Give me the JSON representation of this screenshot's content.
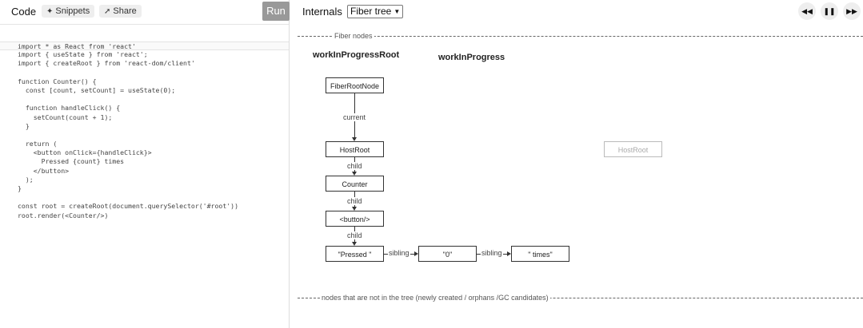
{
  "left_panel": {
    "title": "Code",
    "snippets_label": "Snippets",
    "share_label": "Share",
    "run_label": "Run"
  },
  "code_lines": [
    "import * as React from 'react'",
    "import { useState } from 'react';",
    "import { createRoot } from 'react-dom/client'",
    "",
    "function Counter() {",
    "  const [count, setCount] = useState(0);",
    "",
    "  function handleClick() {",
    "    setCount(count + 1);",
    "  }",
    "",
    "  return (",
    "    <button onClick={handleClick}>",
    "      Pressed {count} times",
    "    </button>",
    "  );",
    "}",
    "",
    "const root = createRoot(document.querySelector('#root'))",
    "root.render(<Counter/>)"
  ],
  "right_panel": {
    "title": "Internals",
    "view_select": "Fiber tree"
  },
  "diagram": {
    "fiber_nodes_label": "Fiber nodes",
    "orphans_label": "nodes that are not in the tree (newly created / orphans /GC candidates)",
    "wip_root_label": "workInProgressRoot",
    "wip_label": "workInProgress",
    "nodes": {
      "fiber_root": "FiberRootNode",
      "host_root": "HostRoot",
      "counter": "Counter",
      "button": "<button/>",
      "pressed": "\"Pressed \"",
      "zero": "\"0\"",
      "times": "\" times\"",
      "ghost_host_root": "HostRoot"
    },
    "edges": {
      "current": "current",
      "child1": "child",
      "child2": "child",
      "child3": "child",
      "sibling1": "sibling",
      "sibling2": "sibling"
    }
  }
}
